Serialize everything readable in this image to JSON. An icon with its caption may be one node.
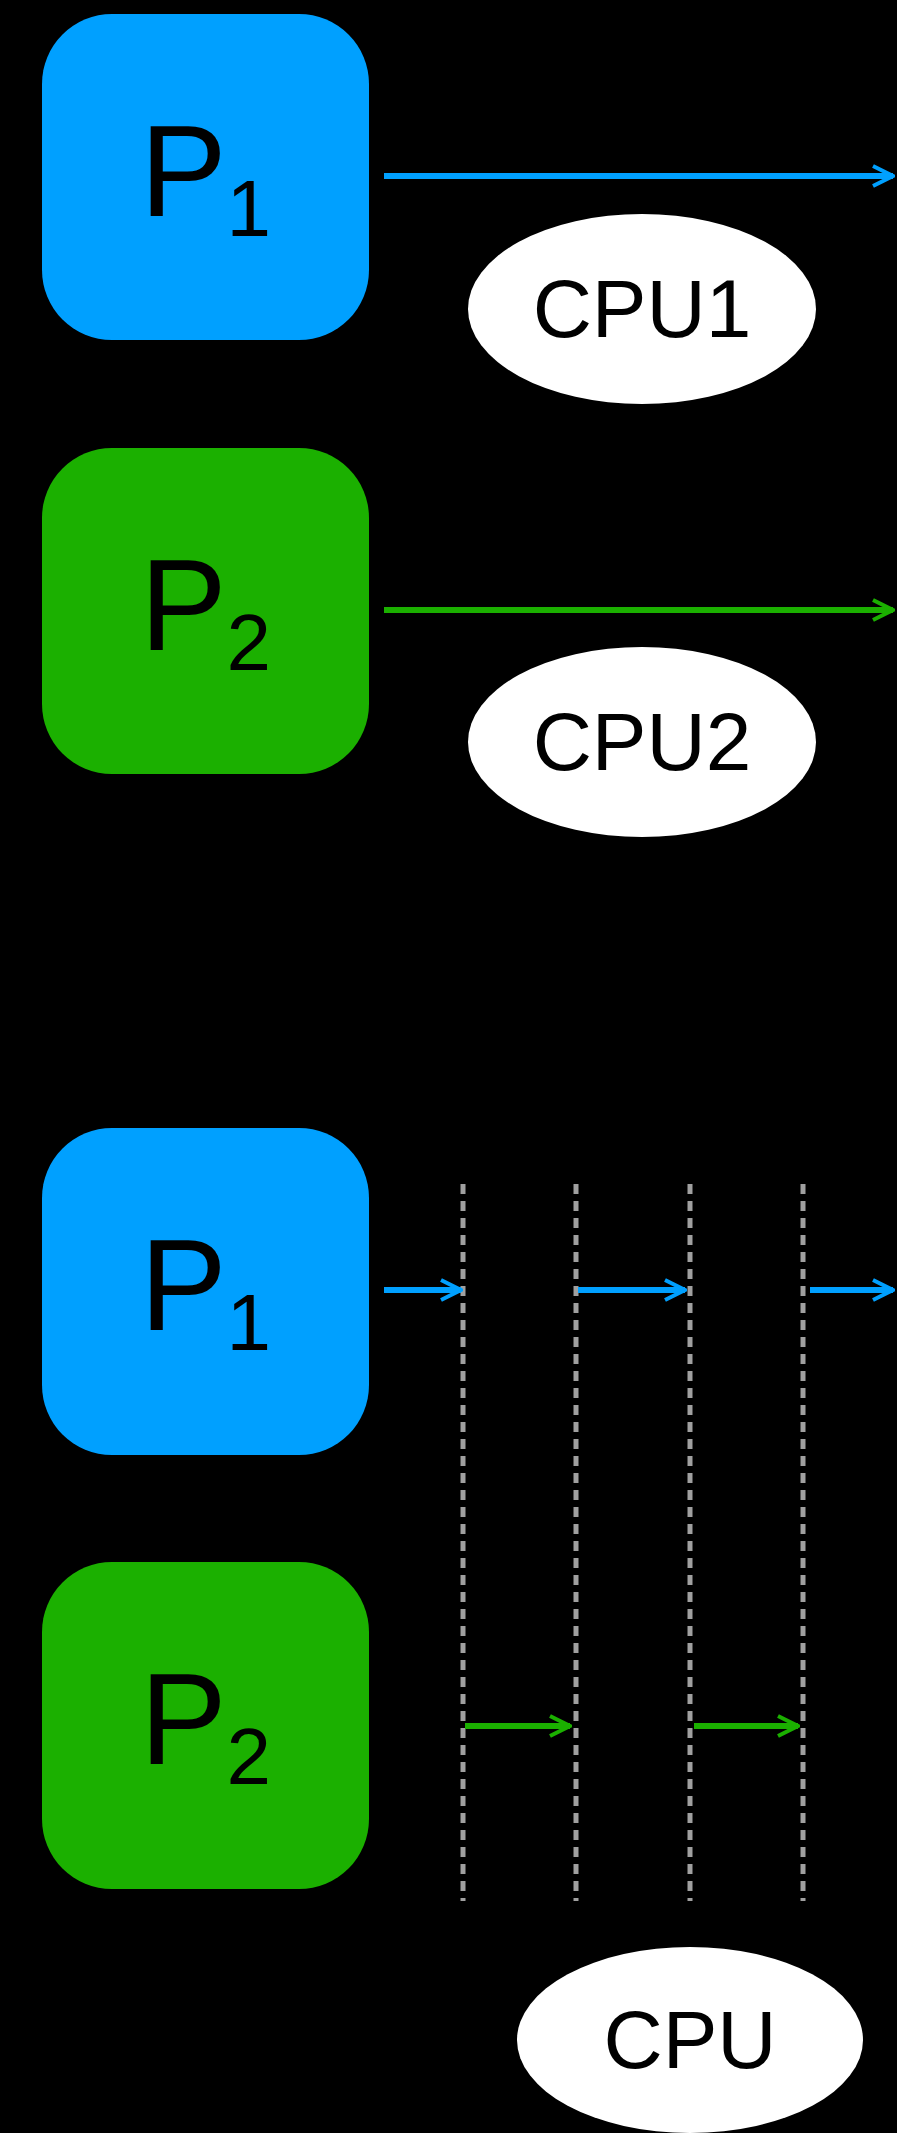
{
  "diagram": {
    "nodes": [
      {
        "text": [
          "P$_{1}$"
        ]
      },
      {
        "text": [
          "CPU1"
        ]
      },
      {
        "text": [
          "P$_{2}$"
        ]
      },
      {
        "text": [
          "CPU2"
        ]
      },
      {
        "text": [
          "P$_{1}$"
        ]
      },
      {
        "text": [
          "P$_{2}$"
        ]
      },
      {
        "text": [
          "CPU"
        ]
      }
    ],
    "edges": [
      {
        "from": 0,
        "to": null,
        "arrow": "to",
        "color": "#00a0ff"
      },
      {
        "from": 2,
        "to": null,
        "arrow": "to",
        "color": "#1bb000"
      },
      {
        "from": 4,
        "to": null,
        "arrow": "to",
        "color": "#00a0ff"
      }
    ]
  }
}
